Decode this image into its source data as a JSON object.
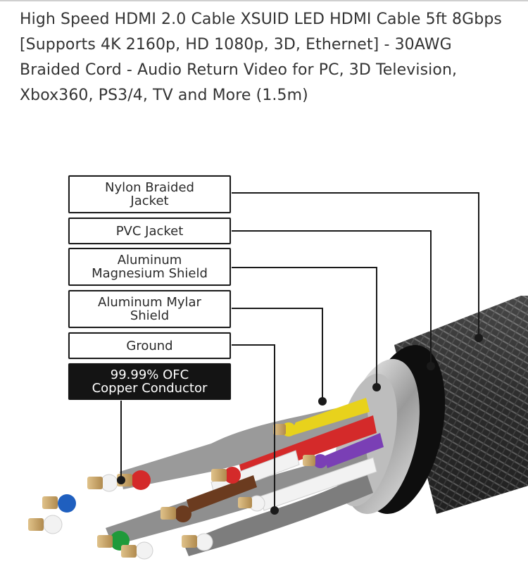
{
  "product": {
    "title": "High Speed HDMI 2.0 Cable XSUID LED HDMI Cable 5ft 8Gbps [Supports 4K 2160p, HD 1080p, 3D, Ethernet] - 30AWG Braided Cord - Audio Return Video for PC, 3D Television, Xbox360, PS3/4, TV and More (1.5m)"
  },
  "diagram": {
    "labels": [
      {
        "line1": "Nylon Braided",
        "line2": "Jacket"
      },
      {
        "line1": "PVC Jacket",
        "line2": ""
      },
      {
        "line1": "Aluminum",
        "line2": "Magnesium Shield"
      },
      {
        "line1": "Aluminum Mylar",
        "line2": "Shield"
      },
      {
        "line1": "Ground",
        "line2": ""
      },
      {
        "line1": "99.99% OFC",
        "line2": "Copper Conductor"
      }
    ],
    "wire_colors": {
      "yellow": "#e8d21c",
      "red": "#d42a2a",
      "purple": "#7a3fb5",
      "blue": "#1f5fbf",
      "green": "#1f9a3a",
      "white": "#f2f2f2",
      "brown": "#6b3b1f"
    }
  }
}
